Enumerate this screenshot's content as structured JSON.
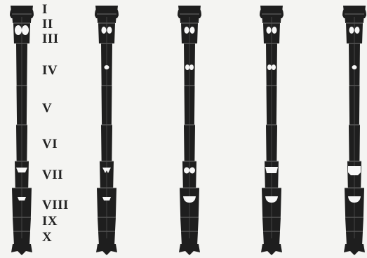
{
  "figure": {
    "segment_labels": [
      "I",
      "II",
      "III",
      "IV",
      "V",
      "VI",
      "VII",
      "VIII",
      "IX",
      "X"
    ],
    "specimen_count": 5,
    "colors": {
      "background": "#f4f4f2",
      "abdomen": "#1e1e1e",
      "spot": "#f7f7f7",
      "label": "#222222"
    },
    "specimens": [
      {
        "spots": {
          "III": "large-pair",
          "IV": "none",
          "VII": "wide-band",
          "VIII": "small"
        }
      },
      {
        "spots": {
          "III": "small-pair",
          "IV": "small",
          "VII": "notched",
          "VIII": "small"
        }
      },
      {
        "spots": {
          "III": "small-pair",
          "IV": "pair",
          "VII": "pair",
          "VIII": "large"
        }
      },
      {
        "spots": {
          "III": "small-pair",
          "IV": "pair",
          "VII": "large",
          "VIII": "large"
        }
      },
      {
        "spots": {
          "III": "small-pair",
          "IV": "small",
          "VII": "very-large",
          "VIII": "large"
        }
      }
    ]
  }
}
